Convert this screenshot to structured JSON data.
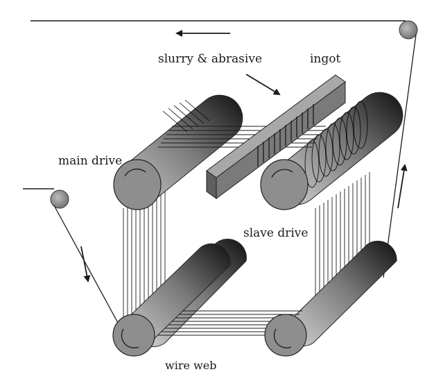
{
  "labels": {
    "slurry": "slurry & abrasive",
    "ingot": "ingot",
    "main_drive": "main drive",
    "slave_drive": "slave drive",
    "bottom": "wire web"
  },
  "colors": {
    "wire": "#1a1a1a",
    "roller_dark": "#111111",
    "roller_light": "#d4d4d4",
    "roller_end": "#8e8e8e",
    "ingot": "#7a7a7a",
    "ingot_top": "#a8a8a8",
    "pulley": "#8f8f8f"
  },
  "icons": [
    "arrow-left-icon",
    "arrow-down-icon",
    "arrow-up-icon",
    "rotation-arrow-icon"
  ]
}
